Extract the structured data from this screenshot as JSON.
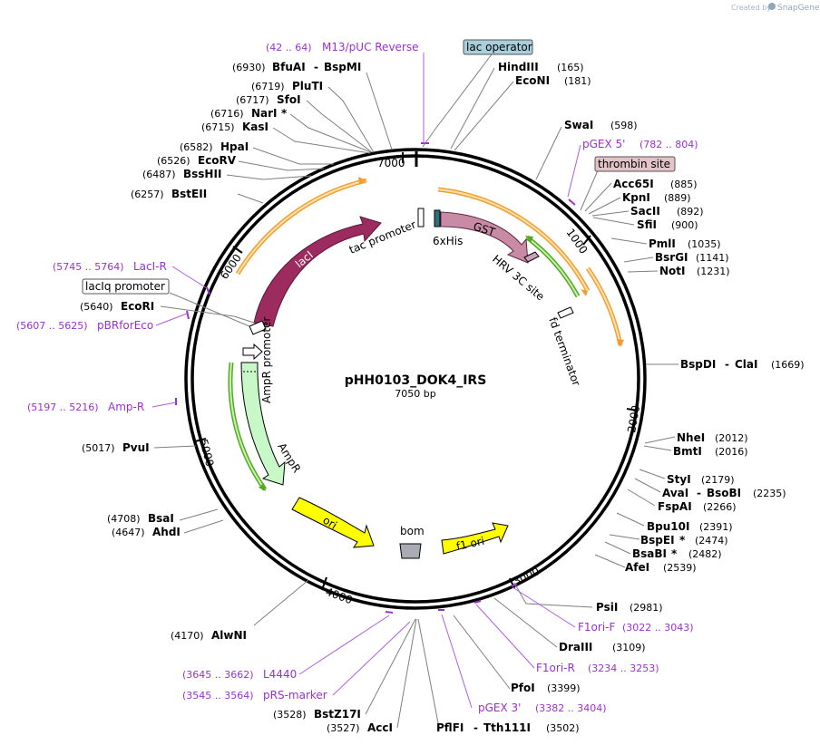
{
  "credit": {
    "prefix": "Created by",
    "brand": "SnapGene"
  },
  "plasmid": {
    "name": "pHH0103_DOK4_IRS",
    "size": "7050 bp"
  },
  "ticks": [
    "1000",
    "2000",
    "3000",
    "4000",
    "5000",
    "6000",
    "7000"
  ],
  "enzymes": [
    {
      "name": "BfuAI",
      "name2": "BspMI",
      "pos": "(6930)"
    },
    {
      "name": "PluTI",
      "pos": "(6719)"
    },
    {
      "name": "SfoI",
      "pos": "(6717)"
    },
    {
      "name": "NarI",
      "mark": "*",
      "pos": "(6716)"
    },
    {
      "name": "KasI",
      "pos": "(6715)"
    },
    {
      "name": "HpaI",
      "pos": "(6582)"
    },
    {
      "name": "EcoRV",
      "pos": "(6526)"
    },
    {
      "name": "BssHII",
      "pos": "(6487)"
    },
    {
      "name": "BstEII",
      "pos": "(6257)"
    },
    {
      "name": "EcoRI",
      "pos": "(5640)"
    },
    {
      "name": "PvuI",
      "pos": "(5017)"
    },
    {
      "name": "BsaI",
      "pos": "(4708)"
    },
    {
      "name": "AhdI",
      "pos": "(4647)"
    },
    {
      "name": "AlwNI",
      "pos": "(4170)"
    },
    {
      "name": "BstZ17I",
      "pos": "(3528)"
    },
    {
      "name": "AccI",
      "pos": "(3527)"
    },
    {
      "name": "PflFI",
      "name2": "Tth111I",
      "pos": "(3502)"
    },
    {
      "name": "PfoI",
      "pos": "(3399)"
    },
    {
      "name": "DraIII",
      "pos": "(3109)"
    },
    {
      "name": "PsiI",
      "pos": "(2981)"
    },
    {
      "name": "AfeI",
      "pos": "(2539)"
    },
    {
      "name": "BsaBI",
      "mark": "*",
      "pos": "(2482)"
    },
    {
      "name": "BspEI",
      "mark": "*",
      "pos": "(2474)"
    },
    {
      "name": "Bpu10I",
      "pos": "(2391)"
    },
    {
      "name": "FspAI",
      "pos": "(2266)"
    },
    {
      "name": "AvaI",
      "name2": "BsoBI",
      "pos": "(2235)"
    },
    {
      "name": "StyI",
      "pos": "(2179)"
    },
    {
      "name": "BmtI",
      "pos": "(2016)"
    },
    {
      "name": "NheI",
      "pos": "(2012)"
    },
    {
      "name": "BspDI",
      "name2": "ClaI",
      "pos": "(1669)"
    },
    {
      "name": "NotI",
      "pos": "(1231)"
    },
    {
      "name": "BsrGI",
      "pos": "(1141)"
    },
    {
      "name": "PmlI",
      "pos": "(1035)"
    },
    {
      "name": "SfiI",
      "pos": "(900)"
    },
    {
      "name": "SacII",
      "pos": "(892)"
    },
    {
      "name": "KpnI",
      "pos": "(889)"
    },
    {
      "name": "Acc65I",
      "pos": "(885)"
    },
    {
      "name": "SwaI",
      "pos": "(598)"
    },
    {
      "name": "EcoNI",
      "pos": "(181)"
    },
    {
      "name": "HindIII",
      "pos": "(165)"
    }
  ],
  "primers": [
    {
      "range": "(42 .. 64)",
      "name": "M13/pUC Reverse"
    },
    {
      "range": "(782 .. 804)",
      "name": "pGEX 5'"
    },
    {
      "range": "(5745 .. 5764)",
      "name": "LacI-R"
    },
    {
      "range": "(5607 .. 5625)",
      "name": "pBRforEco"
    },
    {
      "range": "(5197 .. 5216)",
      "name": "Amp-R"
    },
    {
      "range": "(3645 .. 3662)",
      "name": "L4440"
    },
    {
      "range": "(3545 .. 3564)",
      "name": "pRS-marker"
    },
    {
      "range": "(3382 .. 3404)",
      "name": "pGEX 3'"
    },
    {
      "range": "(3234 .. 3253)",
      "name": "F1ori-R"
    },
    {
      "range": "(3022 .. 3043)",
      "name": "F1ori-F"
    }
  ],
  "boxed_features": [
    {
      "label": "lac operator",
      "fill": "#a8d0dc"
    },
    {
      "label": "thrombin site",
      "fill": "#e2c4c8"
    },
    {
      "label": "lacIq promoter",
      "fill": "#ffffff"
    }
  ],
  "features": [
    {
      "label": "lacI",
      "color": "#9c2b5f"
    },
    {
      "label": "tac promoter",
      "color": "#ffffff"
    },
    {
      "label": "6xHis",
      "color": "#2f6f7a"
    },
    {
      "label": "GST",
      "color": "#c88aa5"
    },
    {
      "label": "HRV 3C site",
      "color": "#c8a0b8"
    },
    {
      "label": "fd terminator",
      "color": "#ffffff"
    },
    {
      "label": "AmpR promoter",
      "color": "#ffffff"
    },
    {
      "label": "AmpR",
      "color": "#c8f7c8"
    },
    {
      "label": "ori",
      "color": "#ffff00"
    },
    {
      "label": "bom",
      "color": "#a8adb3"
    },
    {
      "label": "f1 ori",
      "color": "#ffff00"
    }
  ],
  "colors": {
    "orf_orange": "#f0a030",
    "orf_green": "#55aa22",
    "primer": "#9b30d0",
    "backbone": "#000000"
  }
}
